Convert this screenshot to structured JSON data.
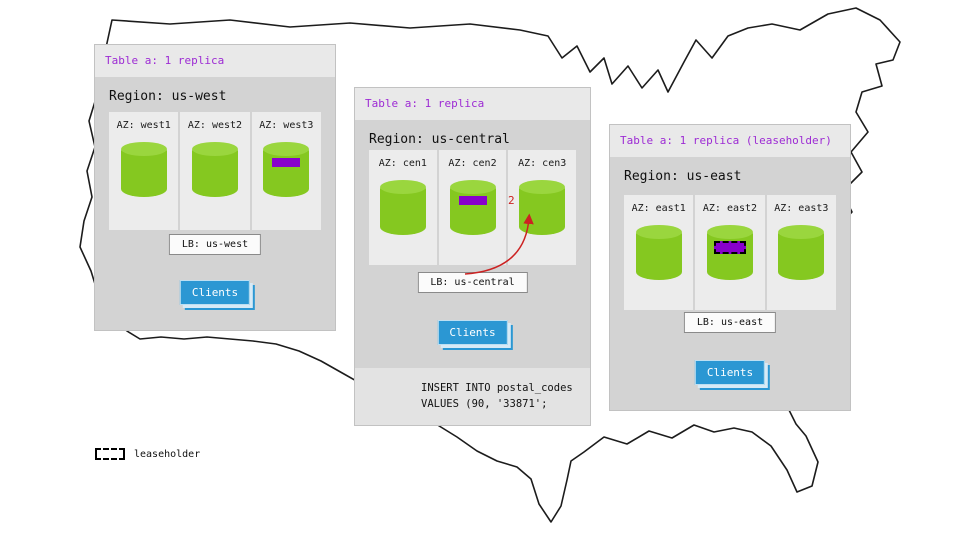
{
  "panels": {
    "west": {
      "table_label": "Table a: 1 replica",
      "region_label": "Region: us-west",
      "azs": [
        {
          "label": "AZ: west1",
          "marker": ""
        },
        {
          "label": "AZ: west2",
          "marker": ""
        },
        {
          "label": "AZ: west3",
          "marker": "replica"
        }
      ],
      "lb_label": "LB: us-west",
      "clients_label": "Clients"
    },
    "central": {
      "table_label": "Table a: 1 replica",
      "region_label": "Region: us-central",
      "azs": [
        {
          "label": "AZ: cen1",
          "marker": ""
        },
        {
          "label": "AZ: cen2",
          "marker": "replica"
        },
        {
          "label": "AZ: cen3",
          "marker": ""
        }
      ],
      "lb_label": "LB: us-central",
      "clients_label": "Clients",
      "arrow_label": "2",
      "query_line1": "INSERT INTO postal_codes",
      "query_line2": "VALUES (90, '33871';"
    },
    "east": {
      "table_label": "Table a: 1 replica (leaseholder)",
      "region_label": "Region: us-east",
      "azs": [
        {
          "label": "AZ: east1",
          "marker": ""
        },
        {
          "label": "AZ: east2",
          "marker": "leaseholder"
        },
        {
          "label": "AZ: east3",
          "marker": ""
        }
      ],
      "lb_label": "LB: us-east",
      "clients_label": "Clients"
    }
  },
  "legend": {
    "label": "leaseholder"
  },
  "colors": {
    "accent_purple": "#9d2bd4",
    "replica_green": "#85c820",
    "marker_purple": "#8800cc",
    "clients_blue": "#2b97d3",
    "arrow_red": "#cc2222"
  }
}
